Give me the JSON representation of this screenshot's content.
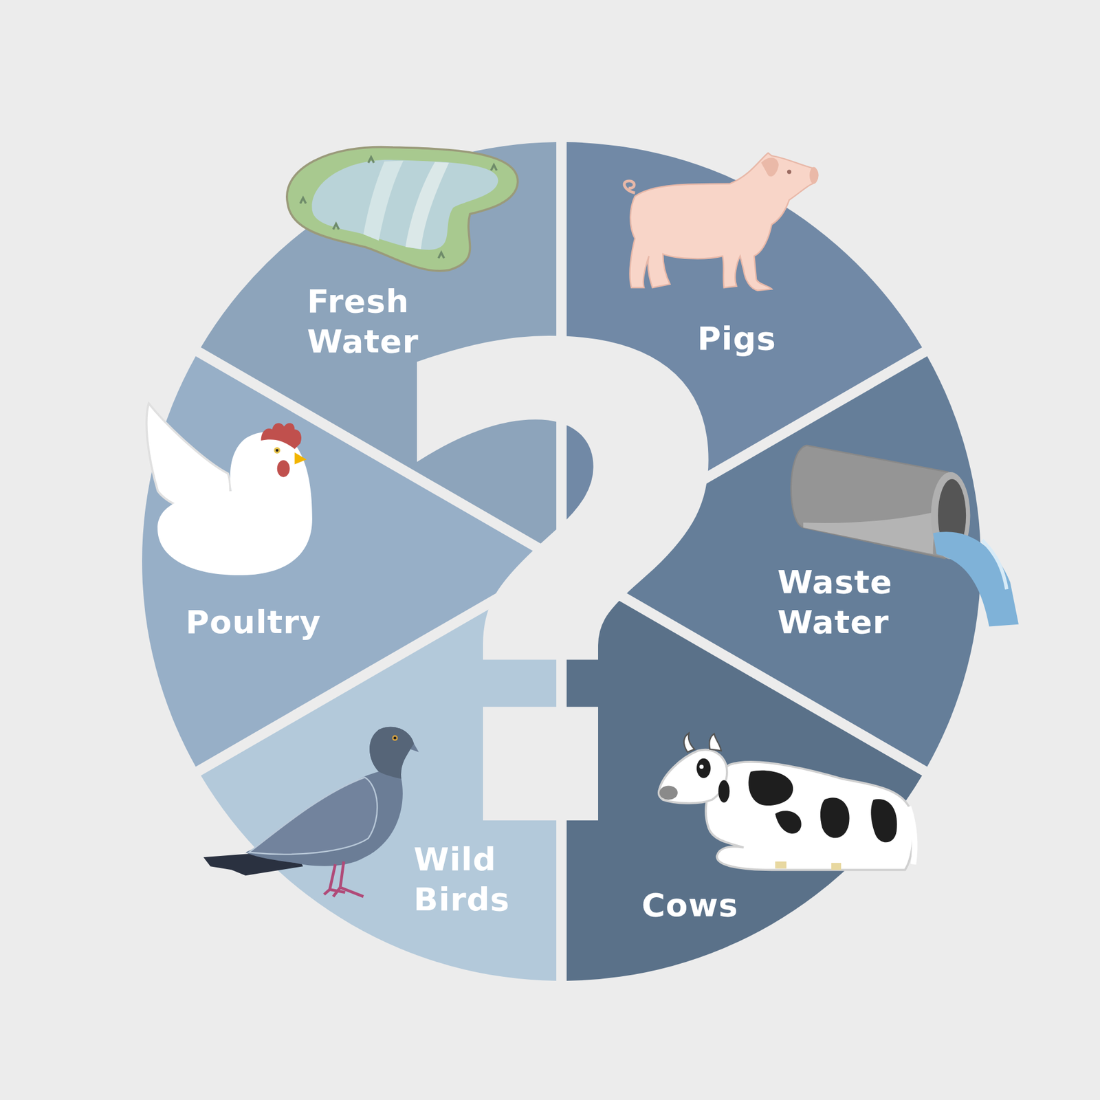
{
  "diagram": {
    "nodes": [
      {
        "text": [
          "Fresh Water"
        ]
      },
      {
        "text": [
          "Pigs"
        ]
      },
      {
        "text": [
          "Poultry"
        ]
      },
      {
        "text": [
          "Waste Water"
        ]
      },
      {
        "text": [
          "Wild Birds"
        ]
      },
      {
        "text": [
          "Cows"
        ]
      }
    ],
    "labels": [
      "?"
    ]
  }
}
